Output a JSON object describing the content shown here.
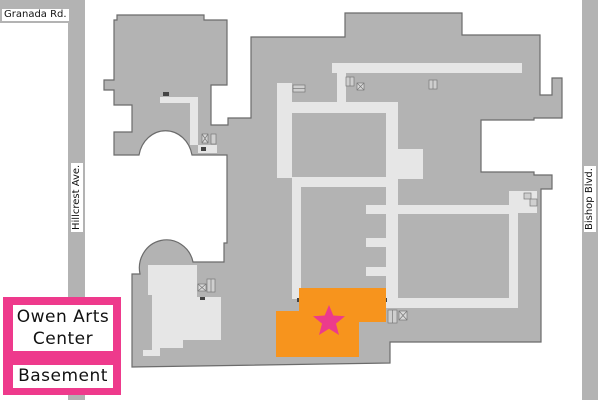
{
  "map": {
    "building_name": "Owen Arts Center",
    "building_name_line1": "Owen Arts",
    "building_name_line2": "Center",
    "floor": "Basement",
    "streets": {
      "top": "Granada Rd.",
      "left": "Hillcrest Ave.",
      "right": "Bishop Blvd."
    },
    "marker_icon": "star-icon",
    "colors": {
      "building": "#b3b3b3",
      "outline": "#6b6b6b",
      "corridor": "#e6e6e6",
      "highlight_room": "#f7941d",
      "marker": "#ec3b8c",
      "road": "#b3b3b3"
    }
  }
}
